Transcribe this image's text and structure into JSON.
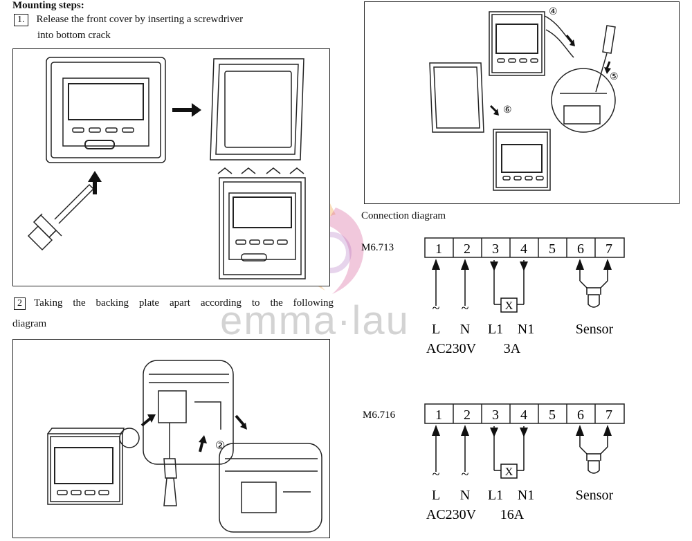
{
  "heading": "Mounting steps:",
  "step1": {
    "number": "1.",
    "line1": "Release the front cover by inserting a screwdriver",
    "line2": "into bottom crack"
  },
  "step2": {
    "number": "2",
    "line1": "Taking the backing plate apart according to the following",
    "line2": "diagram"
  },
  "callouts": {
    "c2": "②",
    "c4": "④",
    "c5": "⑤",
    "c6": "⑥"
  },
  "connection": {
    "title": "Connection diagram",
    "models": [
      {
        "name": "M6.713",
        "terminals": [
          "1",
          "2",
          "3",
          "4",
          "5",
          "6",
          "7"
        ],
        "labels": {
          "l": "L",
          "n": "N",
          "l1": "L1",
          "n1": "N1",
          "sensor": "Sensor",
          "voltage": "AC230V",
          "current": "3A",
          "ac_symbol": "~",
          "relay": "X"
        }
      },
      {
        "name": "M6.716",
        "terminals": [
          "1",
          "2",
          "3",
          "4",
          "5",
          "6",
          "7"
        ],
        "labels": {
          "l": "L",
          "n": "N",
          "l1": "L1",
          "n1": "N1",
          "sensor": "Sensor",
          "voltage": "AC230V",
          "current": "16A",
          "ac_symbol": "~",
          "relay": "X"
        }
      }
    ]
  },
  "watermark": "emma·lau",
  "colors": {
    "line": "#222222",
    "watermark_orange": "#f0a040",
    "watermark_pink": "#d8609a"
  }
}
